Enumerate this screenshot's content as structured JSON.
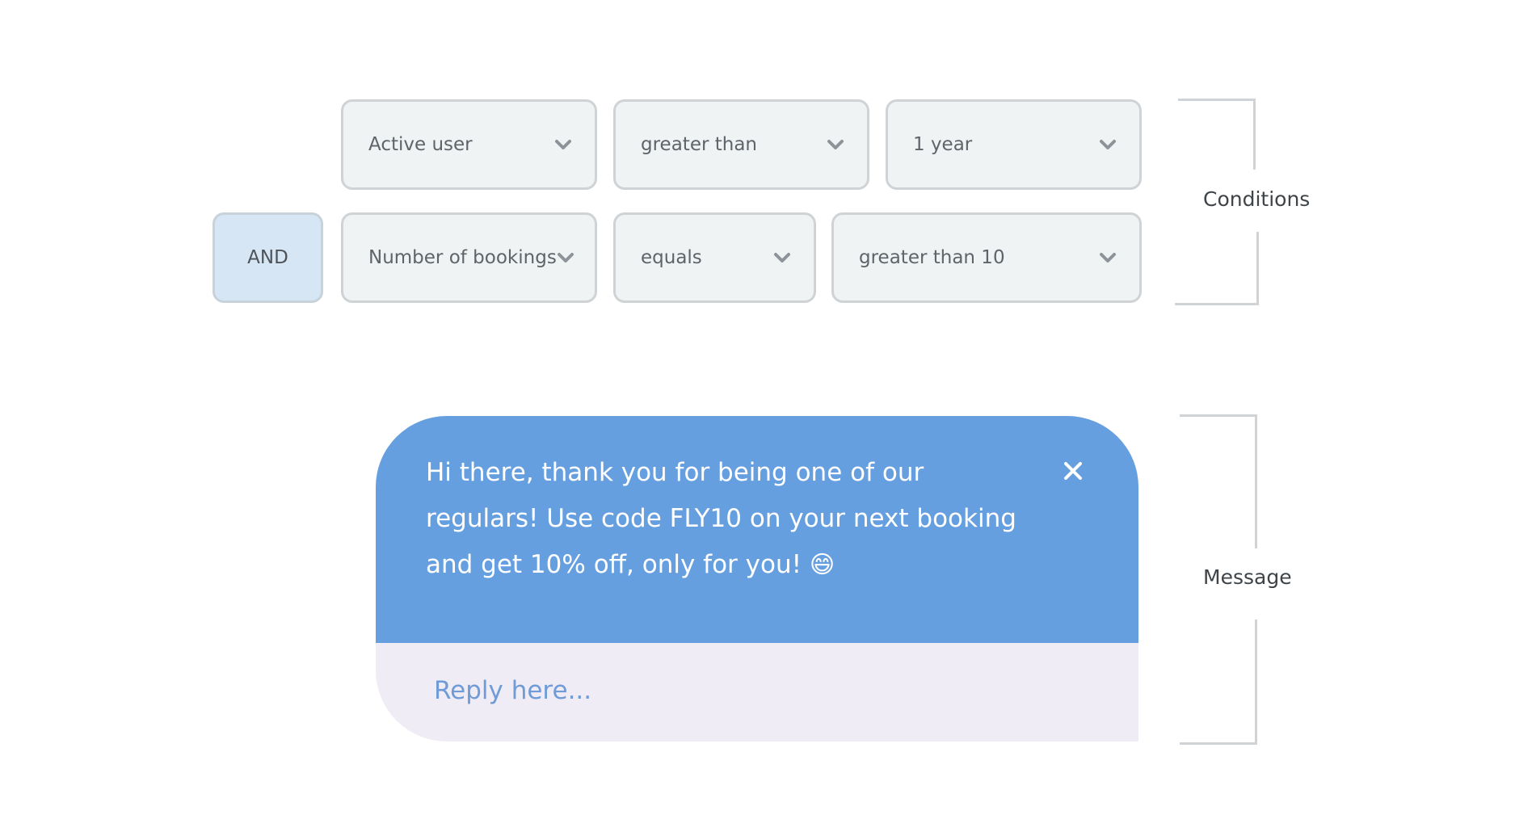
{
  "conditions": {
    "row1": {
      "field": "Active user",
      "operator": "greater than",
      "value": "1 year"
    },
    "row2": {
      "joiner": "AND",
      "field": "Number of bookings",
      "operator": "equals",
      "value": "greater than 10"
    },
    "label": "Conditions"
  },
  "message": {
    "line1": "Hi there, thank you for being one of our",
    "line2": "regulars! Use code FLY10 on your next booking",
    "line3": "and get 10% off, only for you!",
    "emoji": "😄",
    "reply_placeholder": "Reply here...",
    "label": "Message"
  },
  "colors": {
    "bubble": "#669fdf",
    "reply_area": "#efecf6",
    "and_button": "#d6e6f4",
    "select_bg": "#f0f3f4"
  },
  "icons": {
    "dropdown": "chevron-down-icon",
    "close": "close-icon"
  }
}
